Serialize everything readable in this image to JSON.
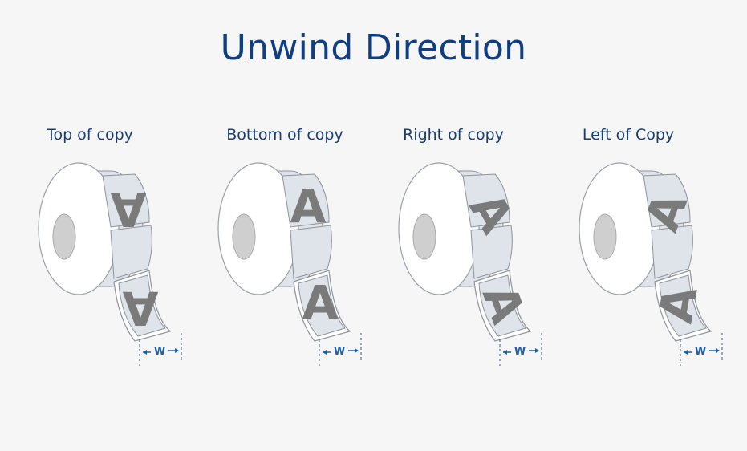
{
  "title": "Unwind Direction",
  "rolls": [
    {
      "label": "Top of copy",
      "rotation": 180,
      "width_marker": "W",
      "label_letter": "A"
    },
    {
      "label": "Bottom of copy",
      "rotation": 0,
      "width_marker": "W",
      "label_letter": "A"
    },
    {
      "label": "Right of copy",
      "rotation": 90,
      "width_marker": "W",
      "label_letter": "A"
    },
    {
      "label": "Left of Copy",
      "rotation": -90,
      "width_marker": "W",
      "label_letter": "A"
    }
  ],
  "colors": {
    "title": "#0f3f82",
    "label_text": "#173d73",
    "label_face": "#dfe3ea",
    "letter": "#7a7a7a",
    "core": "#cfcfcf",
    "dimension": "#1e5fa8"
  }
}
